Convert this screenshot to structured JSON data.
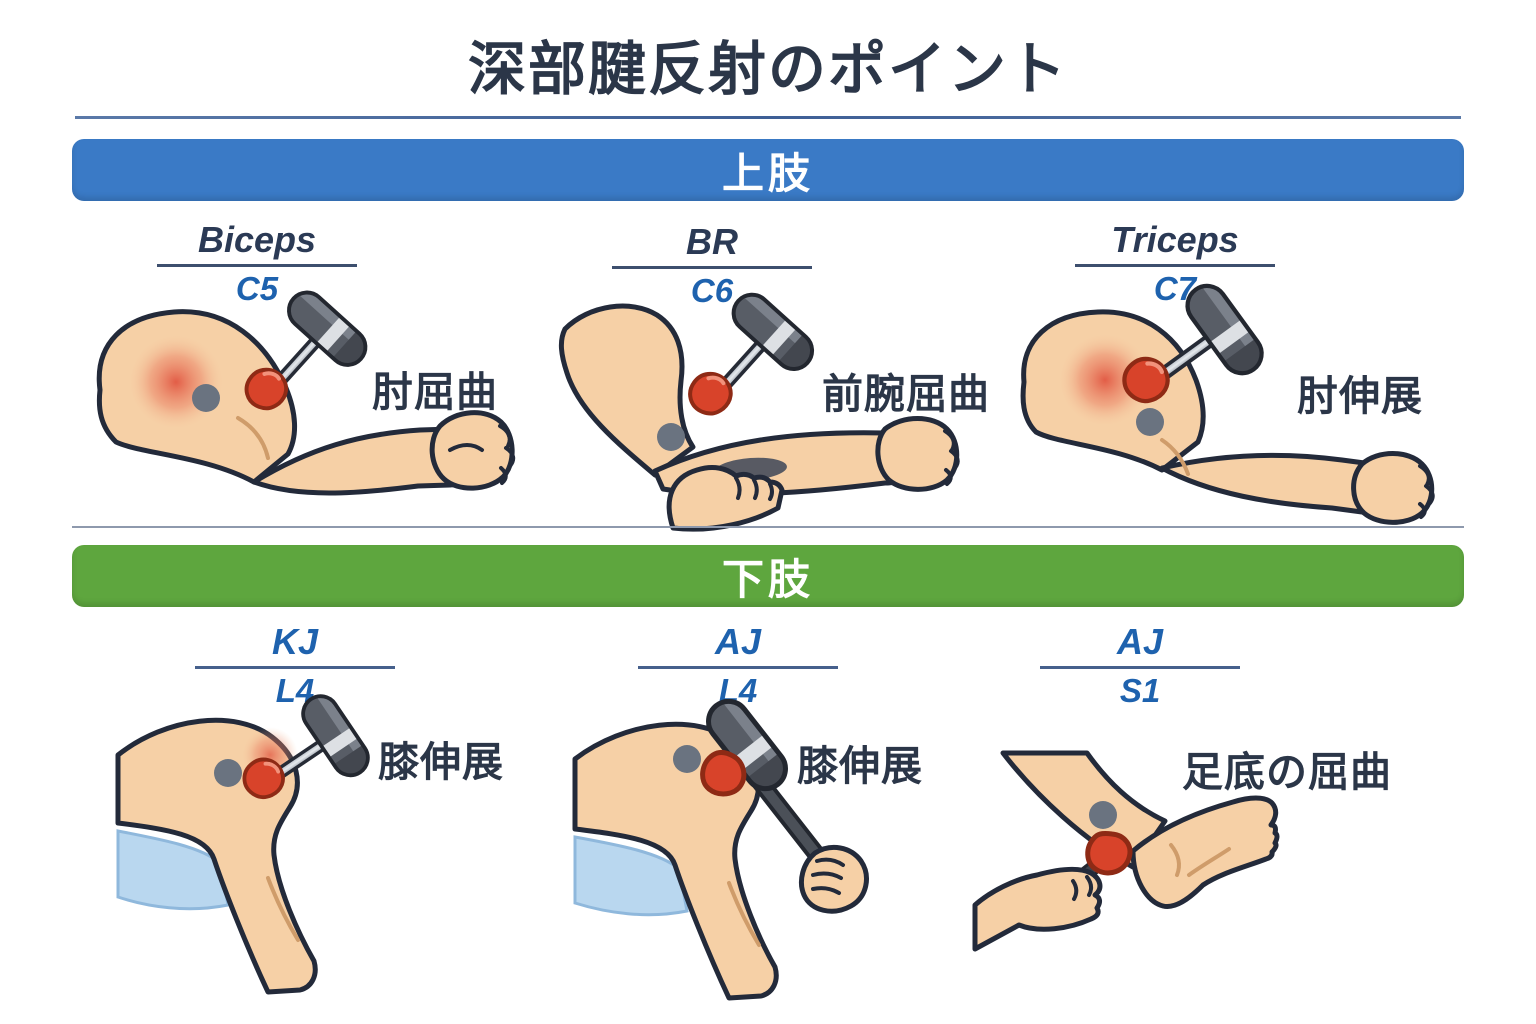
{
  "title": "深部腱反射のポイント",
  "sections": {
    "upper": {
      "label": "上肢",
      "band_color": "#3a7ac6",
      "panels": [
        {
          "abbr": "Biceps",
          "level": "C5",
          "response": "肘屈曲",
          "illustration": "biceps-reflex-arm"
        },
        {
          "abbr": "BR",
          "level": "C6",
          "response": "前腕屈曲",
          "illustration": "brachioradialis-reflex-arm"
        },
        {
          "abbr": "Triceps",
          "level": "C7",
          "response": "肘伸展",
          "illustration": "triceps-reflex-arm"
        }
      ]
    },
    "lower": {
      "label": "下肢",
      "band_color": "#5ea63e",
      "panels": [
        {
          "abbr": "KJ",
          "level": "L4",
          "response": "膝伸展",
          "illustration": "knee-jerk-reflex-leg"
        },
        {
          "abbr": "AJ",
          "level": "L4",
          "response": "膝伸展",
          "illustration": "knee-with-held-hammer"
        },
        {
          "abbr": "AJ",
          "level": "S1",
          "response": "足底の屈曲",
          "illustration": "ankle-jerk-reflex-foot"
        }
      ]
    }
  },
  "colors": {
    "title_text": "#2b3648",
    "upper_band": "#3a7ac6",
    "lower_band": "#5ea63e",
    "abbr_upper_text": "#2b3a55",
    "level_text": "#1e62ae",
    "skin": "#f6d0a6",
    "outline": "#232a3a",
    "hammer_tip_red": "#d8432a",
    "marker_dot_grey": "#6a7380",
    "cloth_blue": "#b9d7ef"
  }
}
